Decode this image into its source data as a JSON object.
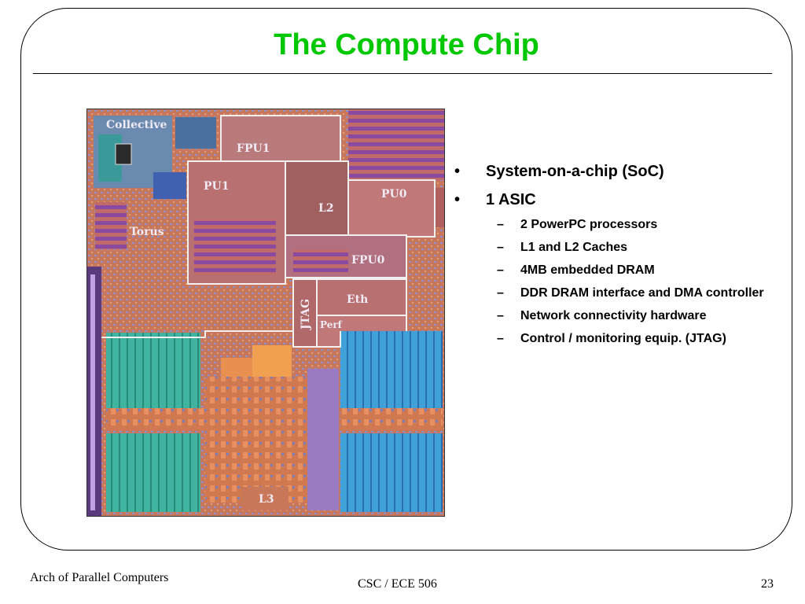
{
  "slide": {
    "title": "The Compute Chip",
    "accent_color": "#00c800"
  },
  "die_labels": {
    "collective": "Collective",
    "fpu1": "FPU1",
    "pu1": "PU1",
    "l2": "L2",
    "pu0": "PU0",
    "torus": "Torus",
    "fpu0": "FPU0",
    "jtag": "JTAG",
    "eth": "Eth",
    "perf": "Perf",
    "l3": "L3"
  },
  "bullets": [
    {
      "text": "System-on-a-chip (SoC)",
      "marker": "•",
      "sub": []
    },
    {
      "text": "1 ASIC",
      "marker": "•",
      "sub": [
        {
          "text": "2 PowerPC processors",
          "marker": "–"
        },
        {
          "text": "L1 and L2 Caches",
          "marker": "–"
        },
        {
          "text": "4MB embedded DRAM",
          "marker": "–"
        },
        {
          "text": "DDR DRAM interface and DMA controller",
          "marker": "–"
        },
        {
          "text": "Network connectivity hardware",
          "marker": "–"
        },
        {
          "text": "Control / monitoring equip. (JTAG)",
          "marker": "–"
        }
      ]
    }
  ],
  "footer": {
    "left": "Arch of Parallel Computers",
    "center": "CSC / ECE 506",
    "page_number": "23"
  }
}
